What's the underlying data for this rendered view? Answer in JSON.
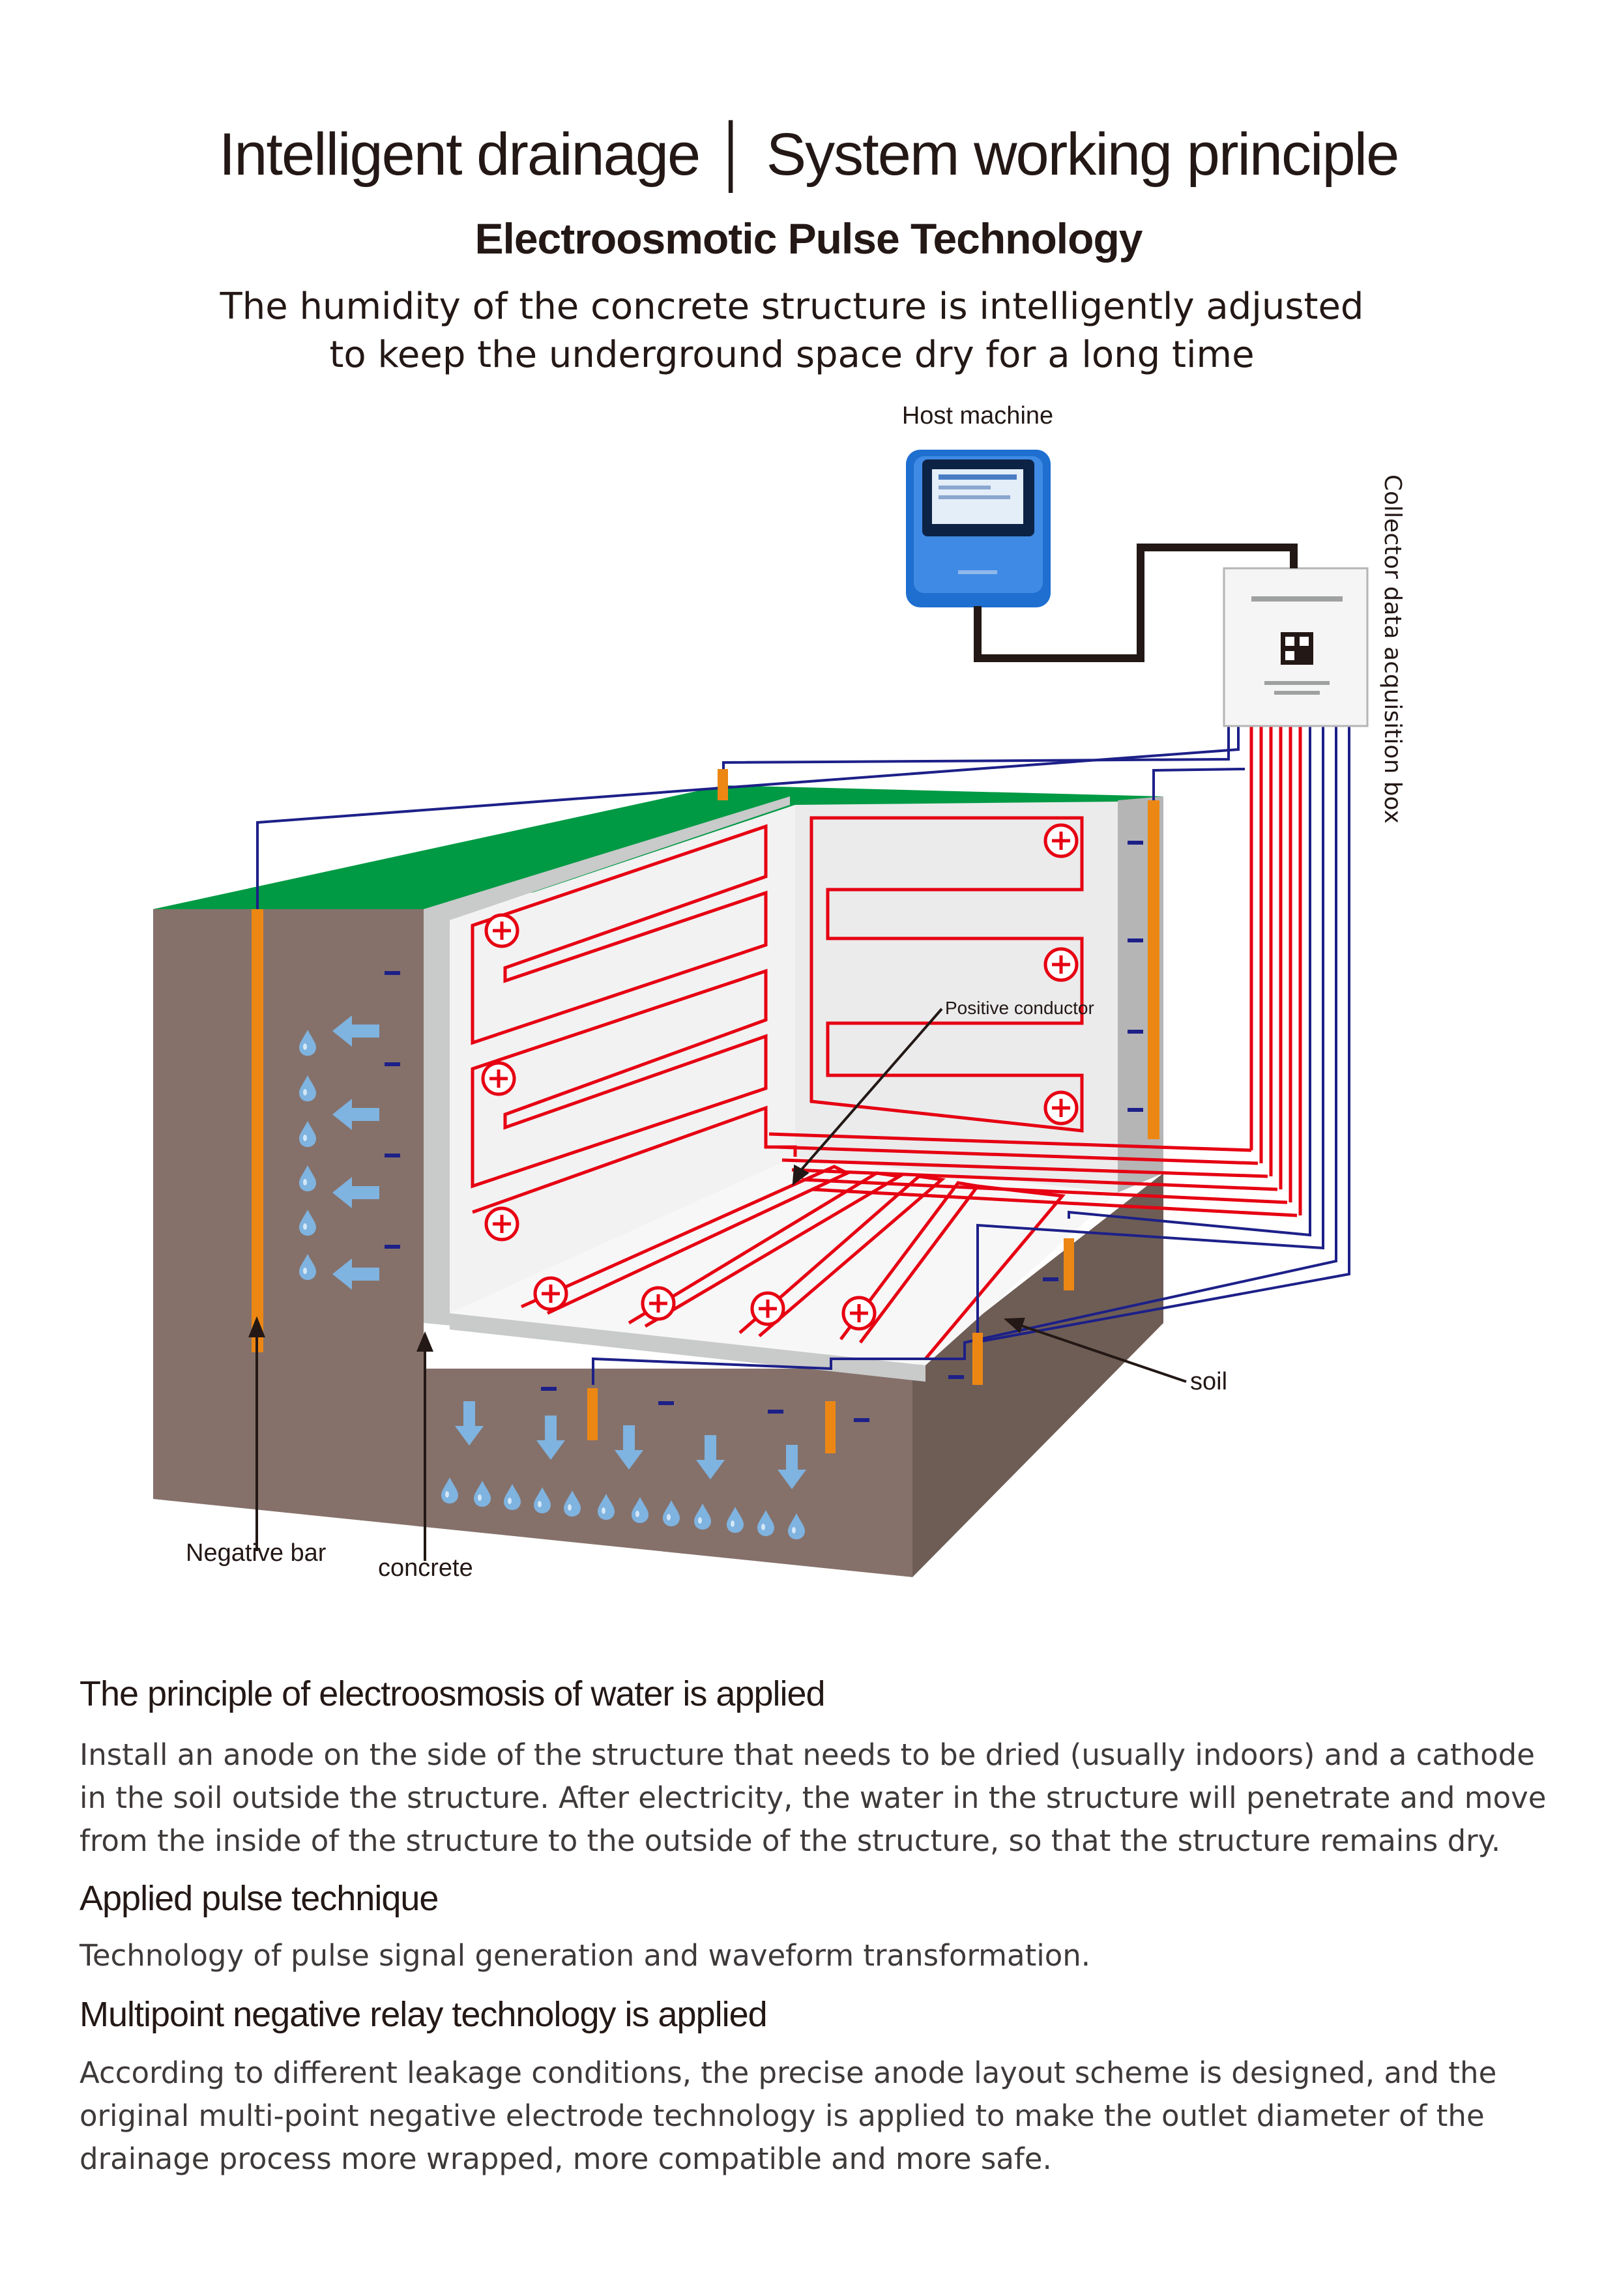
{
  "header": {
    "title": "Intelligent drainage │ System working principle",
    "subtitle": "Electroosmotic Pulse Technology",
    "tagline_line1": "The humidity of the concrete structure is intelligently adjusted",
    "tagline_line2": "to keep the underground space dry for a long time"
  },
  "diagram": {
    "host_machine_label": "Host machine",
    "collector_label": "Collector data acquisition box",
    "positive_conductor_label": "Positive conductor",
    "soil_label": "soil",
    "negative_bar_label": "Negative bar",
    "concrete_label": "concrete",
    "plus_symbol": "+",
    "minus_symbol": "-",
    "colors": {
      "ground": "#8a7568",
      "grass": "#009a44",
      "concrete": "#c9caca",
      "wall": "#f2f2f2",
      "positive_wire": "#e60012",
      "negative_wire": "#1d2088",
      "rod": "#ec8714",
      "water": "#7fb3e0",
      "device": "#1e6fd0"
    }
  },
  "sections": [
    {
      "heading": "The principle of electroosmosis of water is applied",
      "body": "Install an anode on the side of the structure that needs to be dried (usually indoors) and a cathode in the soil outside the structure. After electricity, the water in the structure will penetrate and move from the inside of the structure to the outside of the structure, so that the structure remains dry."
    },
    {
      "heading": "Applied pulse technique",
      "body": "Technology of pulse signal generation and waveform transformation."
    },
    {
      "heading": "Multipoint negative relay technology is applied",
      "body": "According to different leakage conditions, the precise anode layout scheme is designed, and the original multi-point negative electrode technology is applied to make the outlet diameter of the drainage process more wrapped, more compatible and more safe."
    }
  ]
}
